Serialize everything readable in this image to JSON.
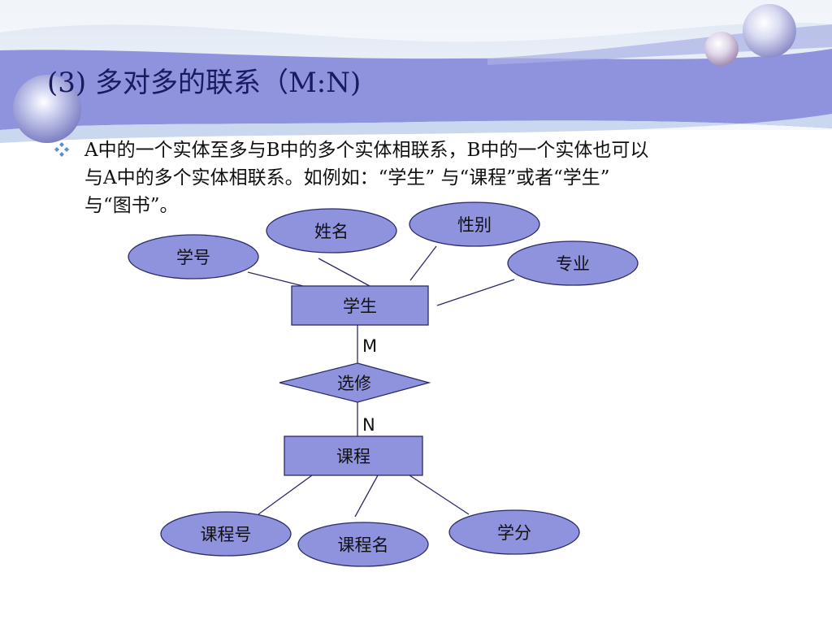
{
  "slide": {
    "title": "(3) 多对多的联系（M:N)",
    "bullet": {
      "icon": "diamond-cluster-bullet-icon",
      "lines": [
        "A中的一个实体至多与B中的多个实体相联系，B中的一个实体也可以",
        "与A中的多个实体相联系。如例如：“学生” 与“课程”或者“学生”",
        "与“图书”。"
      ]
    },
    "colors": {
      "band": "#8f92dd",
      "entity_fill": "#8f92dd",
      "attribute_fill": "#8f92dd",
      "outline": "#2b2b6a",
      "title_text": "#1a1a5e"
    }
  },
  "diagram": {
    "entities": {
      "student": "学生",
      "course": "课程"
    },
    "relationship": "选修",
    "cardinality": {
      "student_side": "M",
      "course_side": "N"
    },
    "student_attributes": {
      "number": "学号",
      "name": "姓名",
      "gender": "性别",
      "major": "专业"
    },
    "course_attributes": {
      "number": "课程号",
      "name": "课程名",
      "credit": "学分"
    }
  }
}
